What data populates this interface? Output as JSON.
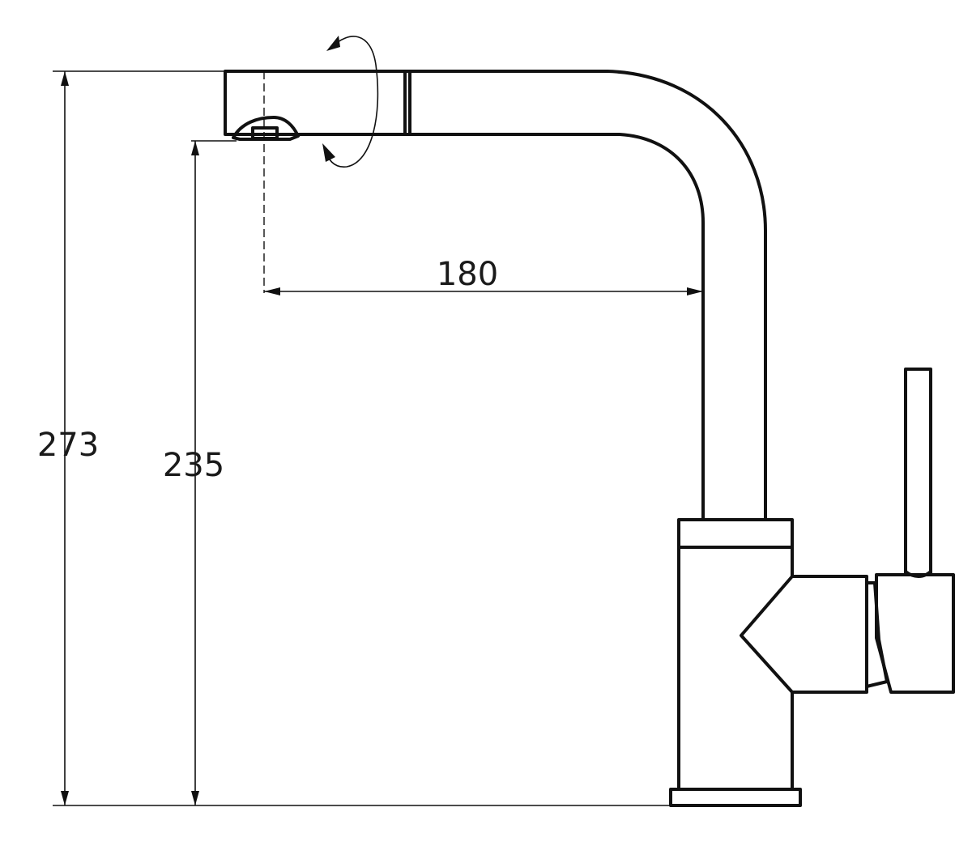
{
  "dimensions": {
    "total_height": "273",
    "spout_height": "235",
    "spout_reach": "180"
  },
  "colors": {
    "line": "#111111",
    "text": "#1a1a1a",
    "background": "#ffffff"
  }
}
